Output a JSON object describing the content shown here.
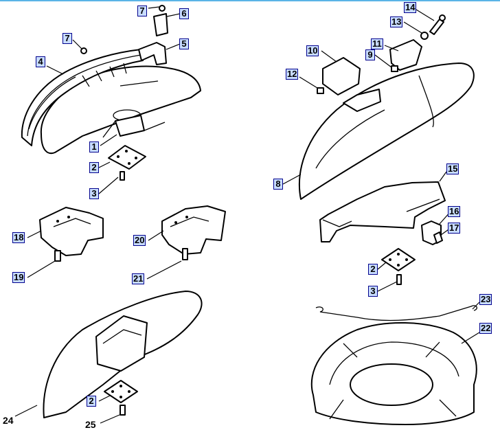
{
  "callouts": {
    "c1": "1",
    "c2a": "2",
    "c3a": "3",
    "c4": "4",
    "c5": "5",
    "c6": "6",
    "c7a": "7",
    "c7b": "7",
    "c8": "8",
    "c9": "9",
    "c10": "10",
    "c11": "11",
    "c12": "12",
    "c13": "13",
    "c14": "14",
    "c15": "15",
    "c16": "16",
    "c17": "17",
    "c2b": "2",
    "c3b": "3",
    "c18": "18",
    "c19": "19",
    "c20": "20",
    "c21": "21",
    "c22": "22",
    "c23": "23"
  },
  "plain_labels": {
    "p24": "24",
    "p2c": "2",
    "p25": "25"
  },
  "colors": {
    "callout_fill": "#c8dcff",
    "callout_border": "#00008c",
    "top_rule": "#5ab4e6"
  }
}
